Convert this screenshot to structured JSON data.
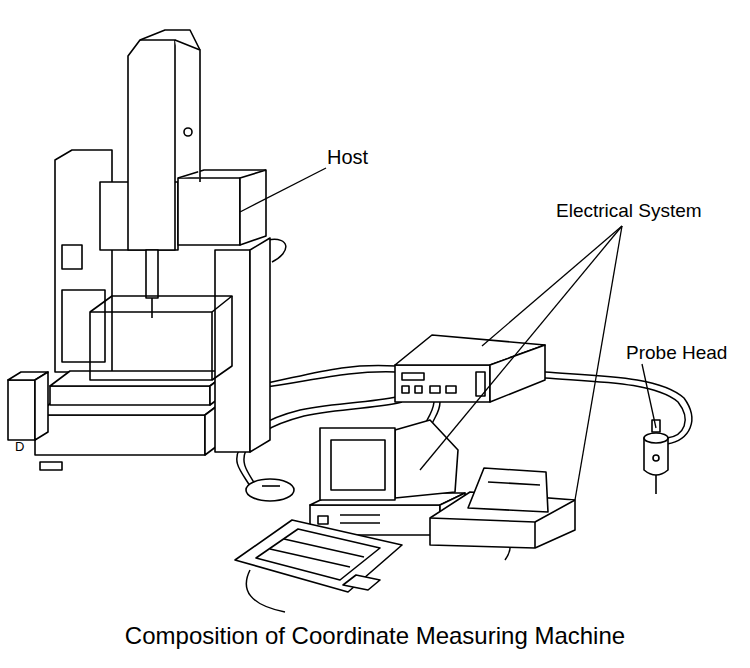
{
  "diagram": {
    "caption": "Composition of Coordinate Measuring Machine",
    "labels": [
      "Host",
      "Electrical System",
      "Probe Head",
      "D"
    ]
  }
}
